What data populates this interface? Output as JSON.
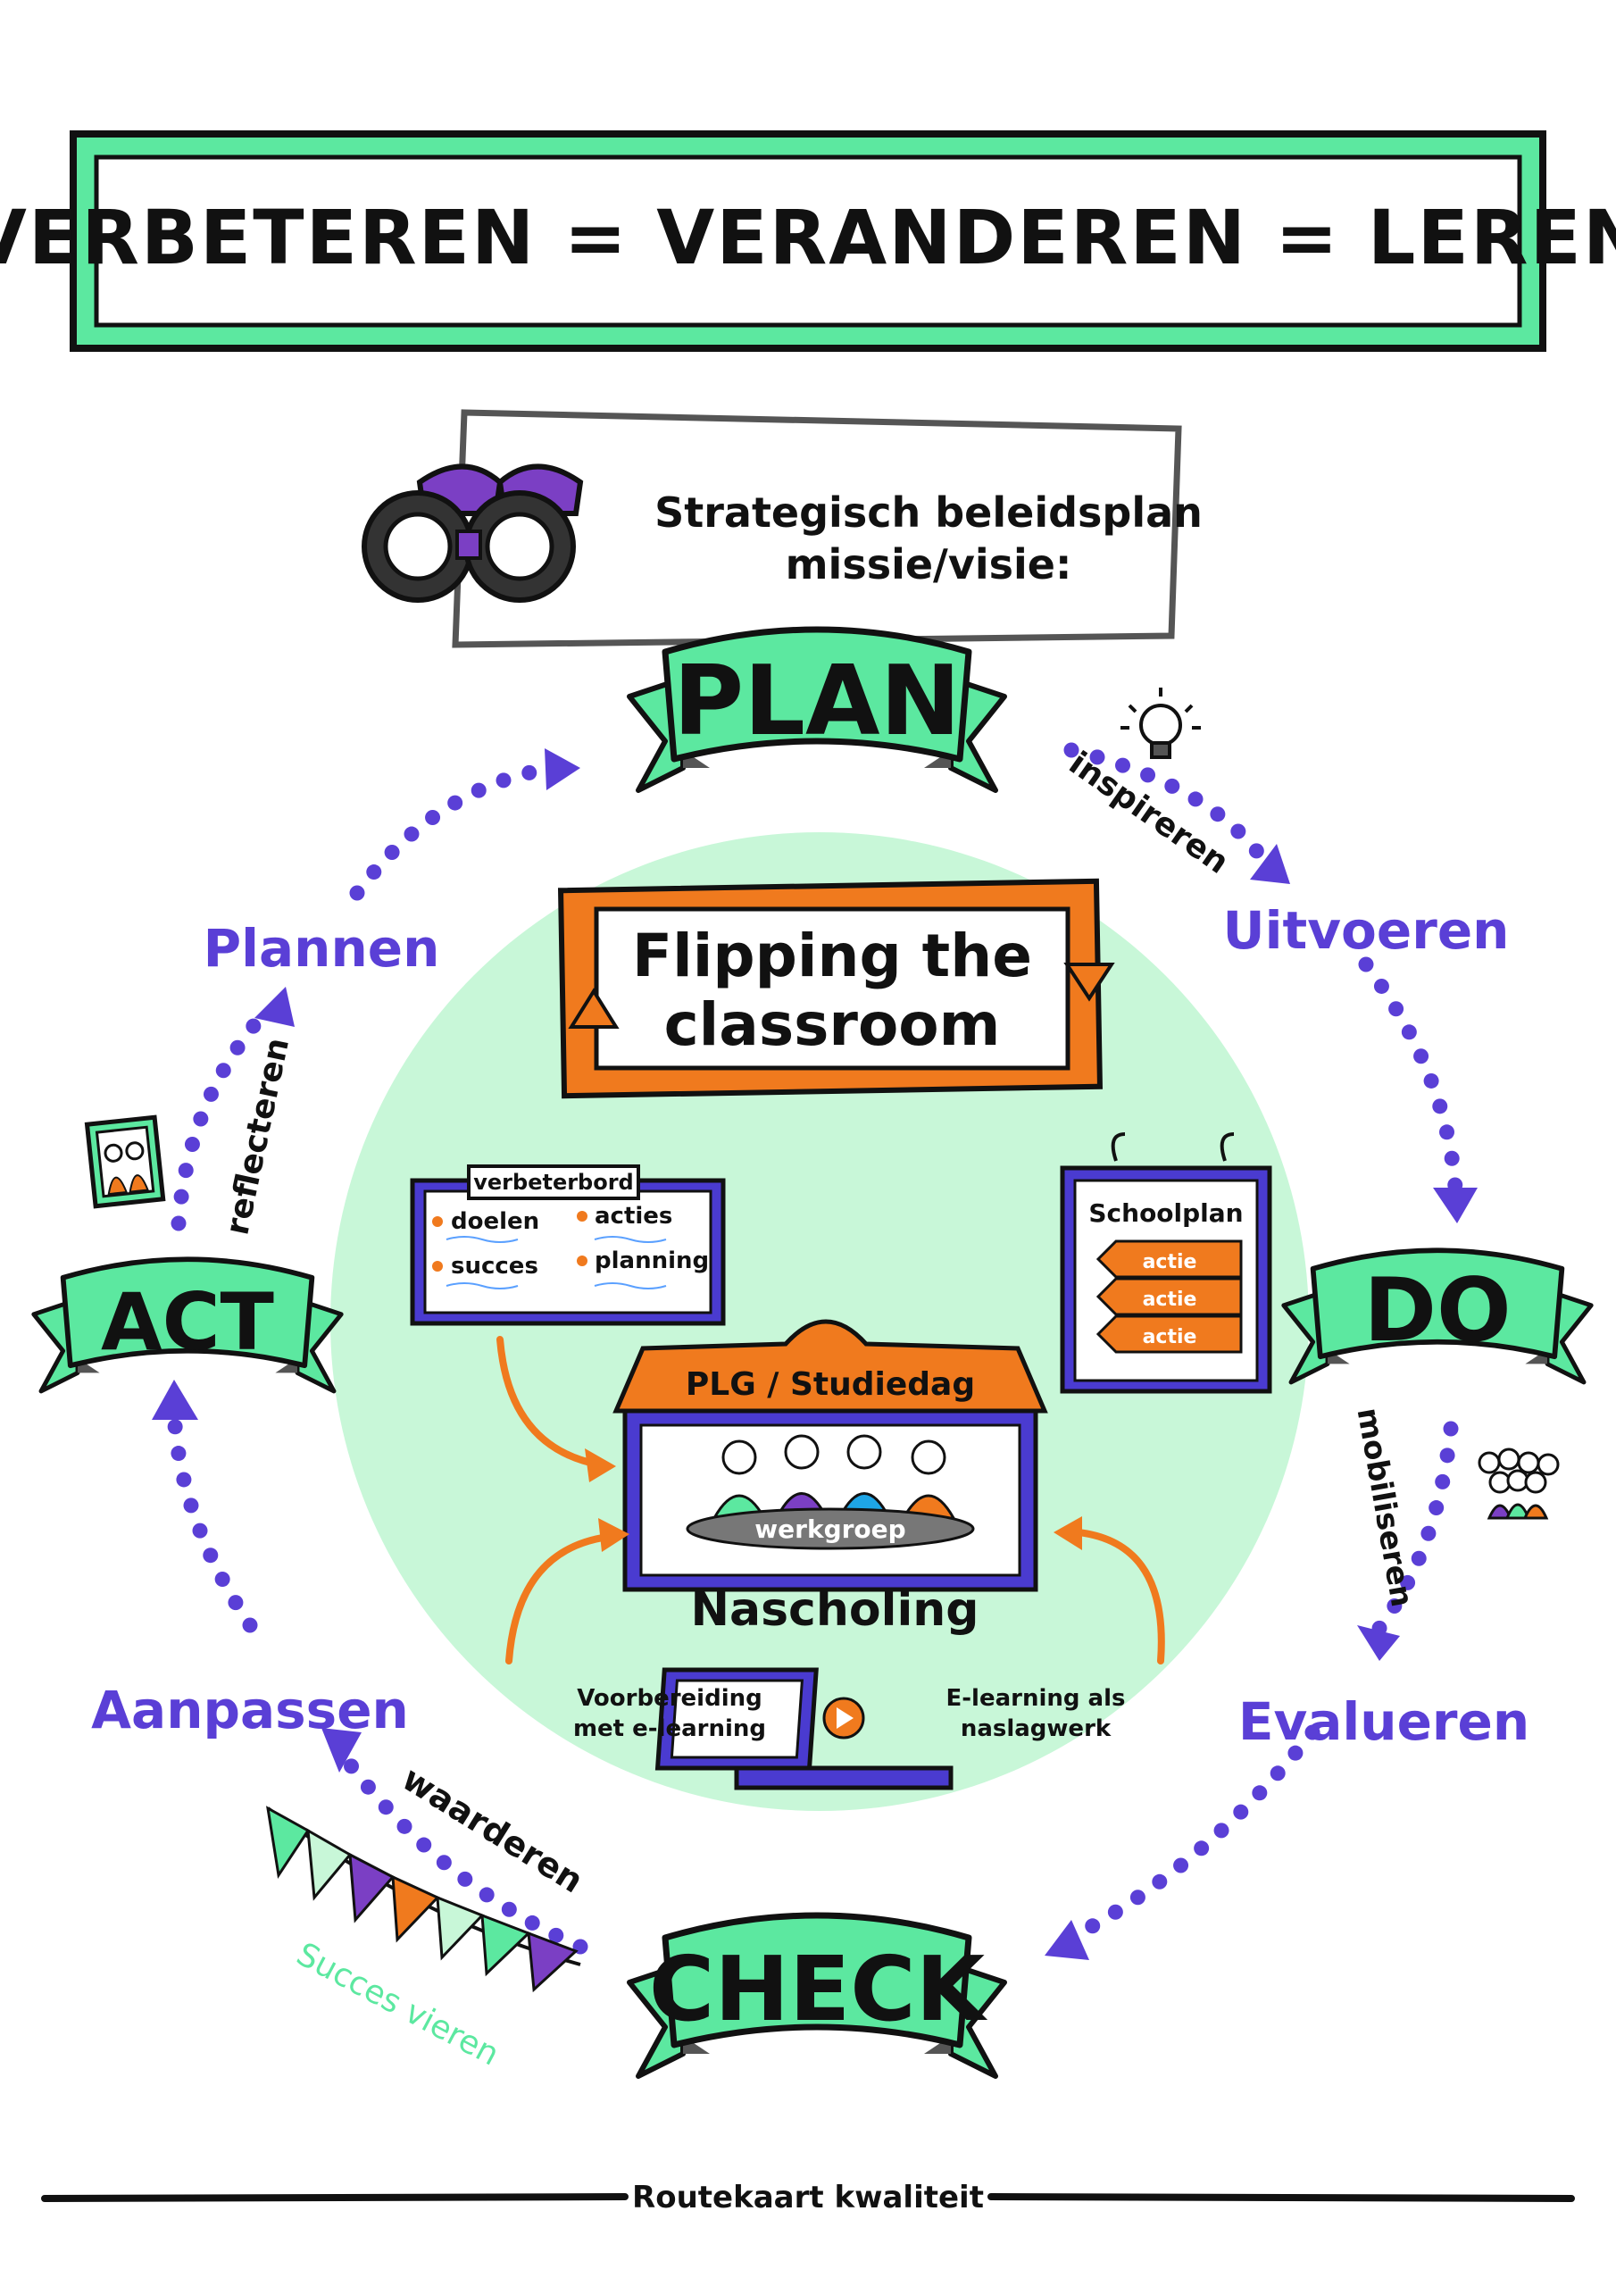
{
  "title": "VERBETEREN = VERANDEREN = LEREN",
  "mission": {
    "line1": "Strategisch beleidsplan",
    "line2": "missie/visie:"
  },
  "stages": {
    "plan": "PLAN",
    "do": "DO",
    "check": "CHECK",
    "act": "ACT"
  },
  "cycle_labels": {
    "uitvoeren": "Uitvoeren",
    "evalueren": "Evalueren",
    "aanpassen": "Aanpassen",
    "plannen": "Plannen"
  },
  "arc_verbs": {
    "inspireren": "inspireren",
    "mobiliseren": "mobiliseren",
    "waarderen": "waarderen",
    "reflecteren": "reflecteren"
  },
  "center": {
    "title_line1": "Flipping the",
    "title_line2": "classroom",
    "verbeterbord": {
      "header": "verbeterbord",
      "items": [
        "doelen",
        "acties",
        "succes",
        "planning"
      ]
    },
    "schoolplan": {
      "header": "Schoolplan",
      "actions": [
        "actie",
        "actie",
        "actie"
      ]
    },
    "plg": {
      "header": "PLG / Studiedag",
      "table_label": "werkgroep"
    },
    "nascholing": "Nascholing",
    "left_note": [
      "Voorbereiding",
      "met e-learning"
    ],
    "right_note": [
      "E-learning als",
      "naslagwerk"
    ]
  },
  "succes_vieren": "Succes vieren",
  "footer": "Routekaart kwaliteit",
  "colors": {
    "green": "#5ce8a0",
    "light_green": "#c8f7d8",
    "purple": "#5a3fd6",
    "orange": "#f07a1e",
    "ink": "#111111"
  }
}
